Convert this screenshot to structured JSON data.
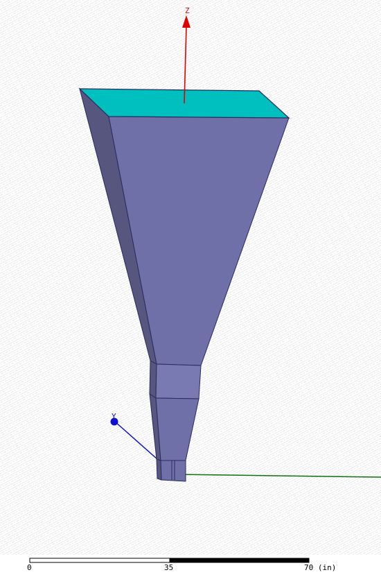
{
  "axes": {
    "z_label": "Z",
    "y_label": "Y",
    "z_color": "#e00000",
    "y_color": "#1010d0",
    "x_color": "#107010"
  },
  "model": {
    "aperture_color": "#00bfbf",
    "front_face_color": "#7070a8",
    "side_face_color": "#56567e",
    "edge_color": "#2a2a5e"
  },
  "scale_bar": {
    "ticks": [
      "0",
      "35",
      "70 (in)"
    ]
  },
  "background": {
    "color": "#ffffff",
    "grid_color": "#d6d6d6"
  }
}
